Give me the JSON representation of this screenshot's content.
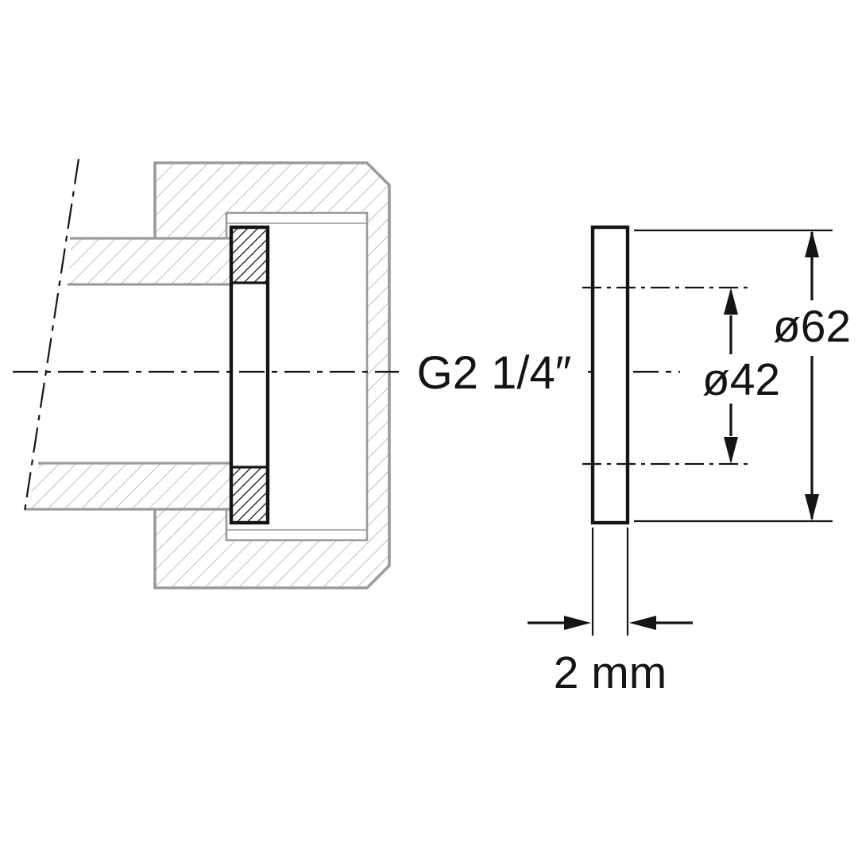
{
  "labels": {
    "thread": "G2 1/4″",
    "outer_diameter": "ø62",
    "inner_diameter": "ø42",
    "thickness": "2 mm"
  },
  "colors": {
    "part_outline_gray": "#9a9a9a",
    "hatch_gray": "#b4b4b4",
    "ink_black": "#141414",
    "background": "#ffffff"
  }
}
